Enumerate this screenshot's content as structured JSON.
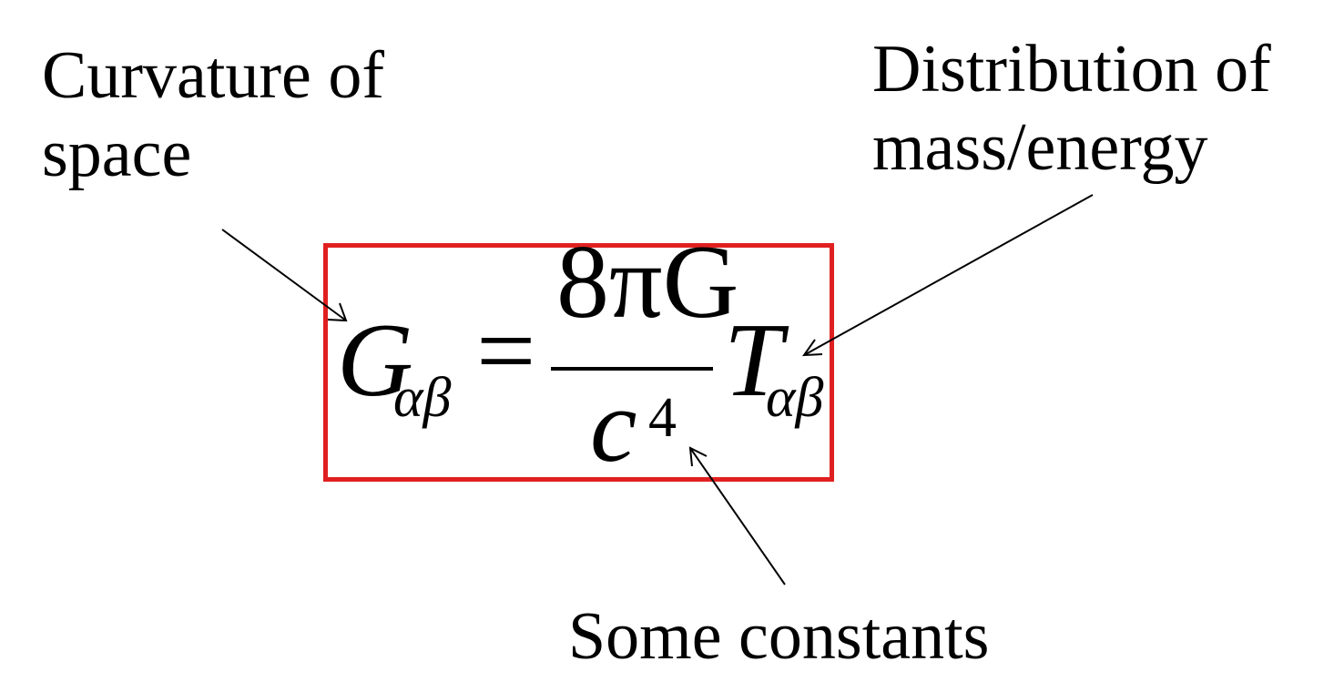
{
  "labels": {
    "curvature": [
      "Curvature of",
      "space"
    ],
    "distribution": [
      "Distribution of",
      "mass/energy"
    ],
    "constants": "Some constants"
  },
  "equation": {
    "lhs_symbol": "G",
    "lhs_subscript": "αβ",
    "equals": "=",
    "numerator": "8πG",
    "denominator_base": "c",
    "denominator_exponent": "4",
    "rhs_symbol": "T",
    "rhs_subscript": "αβ"
  },
  "colors": {
    "box_border": "#e02020",
    "text": "#000000",
    "arrows": "#000000"
  }
}
